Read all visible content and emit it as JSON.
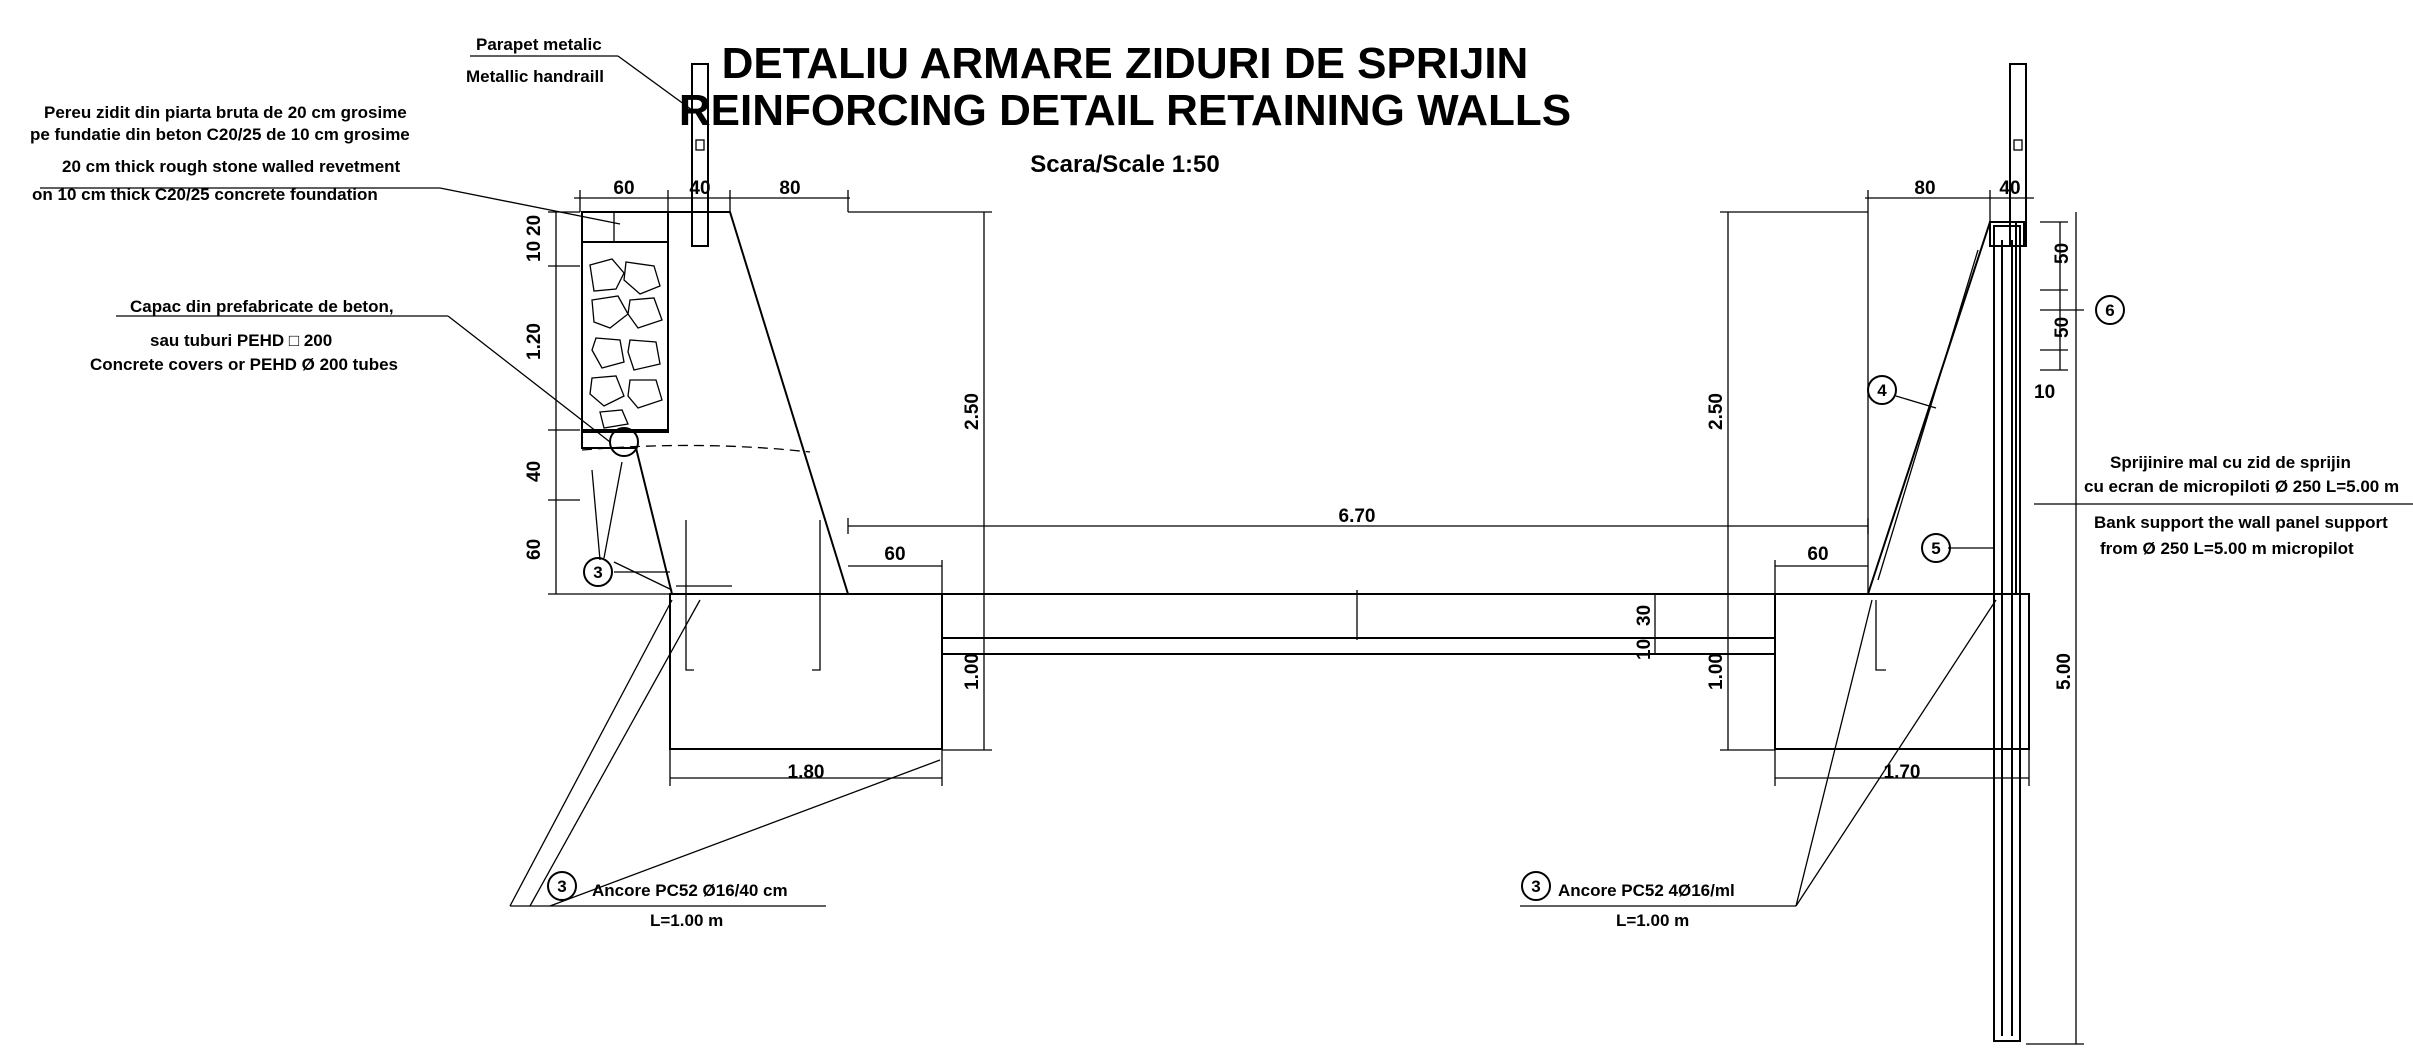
{
  "title": {
    "ro": "DETALIU ARMARE  ZIDURI DE SPRIJIN",
    "en": "REINFORCING DETAIL  RETAINING WALLS",
    "scale": "Scara/Scale 1:50"
  },
  "labels": {
    "parapet_ro": "Parapet metalic",
    "parapet_en": "Metallic handraill",
    "revetment_ro_1": "Pereu zidit din piarta bruta de 20 cm grosime",
    "revetment_ro_2": "pe fundatie din beton C20/25 de 10 cm grosime",
    "revetment_en_1": "20 cm thick rough stone walled revetment",
    "revetment_en_2": "on 10 cm thick C20/25 concrete foundation",
    "capac_ro_1": "Capac din prefabricate de beton,",
    "capac_ro_2": "sau tuburi PEHD □ 200",
    "capac_en": "Concrete covers or PEHD Ø 200 tubes",
    "bank_ro_1": "Sprijinire mal cu zid de sprijin",
    "bank_ro_2": "cu ecran de micropiloti Ø 250 L=5.00 m",
    "bank_en_1": "Bank support the wall panel support",
    "bank_en_2": "from Ø 250 L=5.00 m micropilot",
    "anchor_left": "Ancore PC52 Ø16/40 cm",
    "anchor_left_len": "L=1.00 m",
    "anchor_right": "Ancore PC52 4Ø16/ml",
    "anchor_right_len": "L=1.00 m"
  },
  "markers": {
    "m3": "3",
    "m4": "4",
    "m5": "5",
    "m6": "6"
  },
  "dimensions": {
    "d60_top_left": "60",
    "d40_top_left": "40",
    "d80_top_left": "80",
    "d10": "10",
    "d20": "20",
    "d120": "1.20",
    "d40_side": "40",
    "d60_side": "60",
    "d250_left": "2.50",
    "d250_right": "2.50",
    "d670": "6.70",
    "d60_left_base": "60",
    "d60_right_base": "60",
    "d100_left": "1.00",
    "d100_right": "1.00",
    "d180": "1.80",
    "d170": "1.70",
    "d10_slab": "10",
    "d30_slab": "30",
    "d80_top_right": "80",
    "d40_top_right": "40",
    "d50_a": "50",
    "d50_b": "50",
    "d10_right": "10",
    "d500": "5.00"
  }
}
